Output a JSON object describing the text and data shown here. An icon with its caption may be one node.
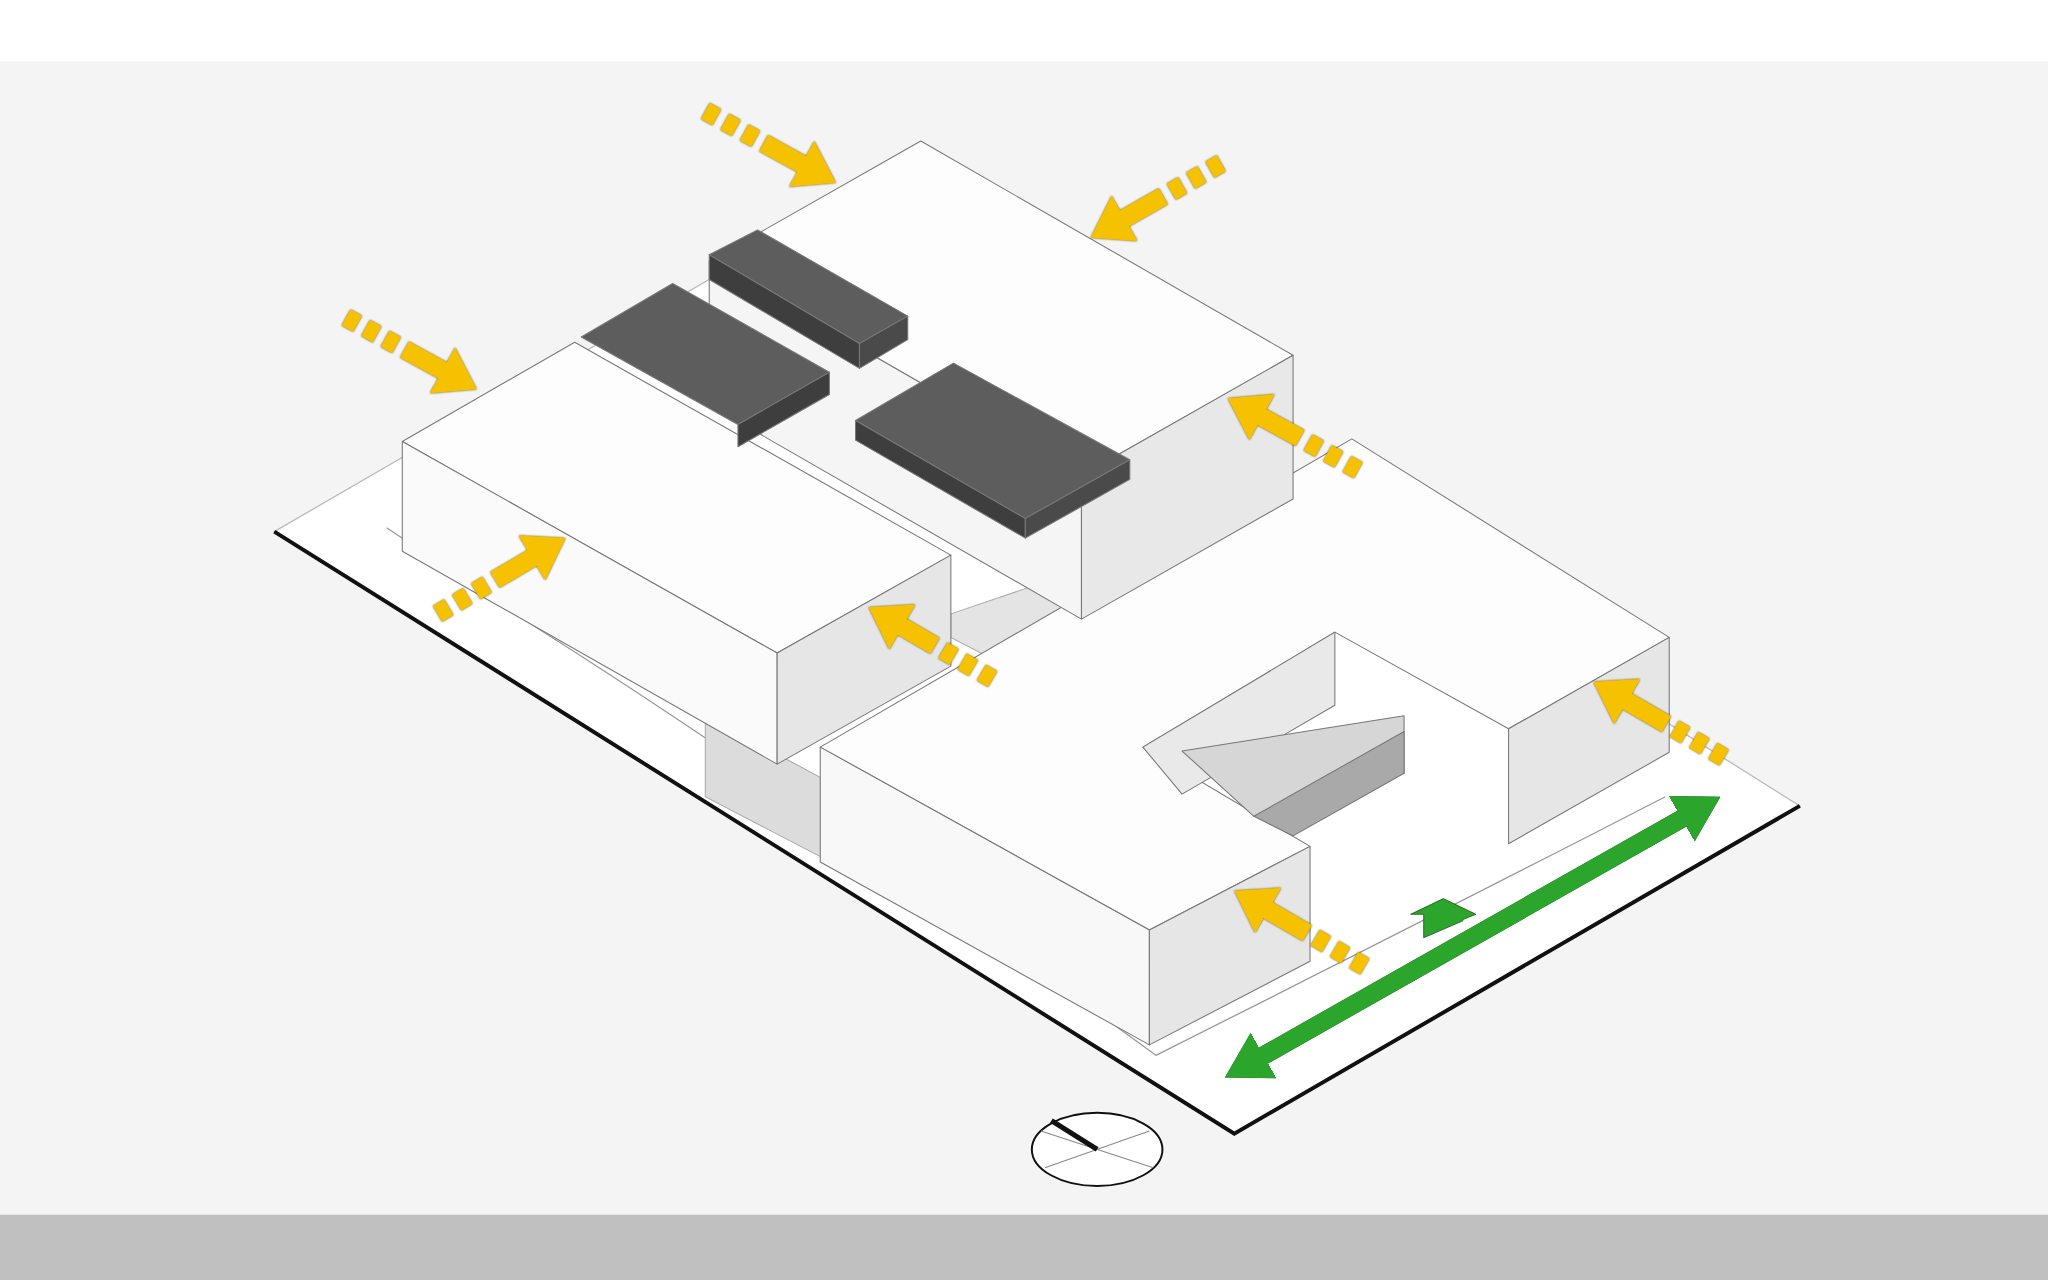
{
  "diagram": {
    "nodes": [
      {
        "text": [],
        "shape": "box"
      },
      {
        "text": [],
        "shape": "box"
      },
      {
        "text": [],
        "shape": "box"
      }
    ],
    "edges": [
      {
        "from": null,
        "to": 0,
        "arrow": "to"
      },
      {
        "from": null,
        "to": 0,
        "arrow": "to"
      },
      {
        "from": null,
        "to": 1,
        "arrow": "to"
      },
      {
        "from": null,
        "to": 1,
        "arrow": "to"
      },
      {
        "from": 2,
        "to": 1,
        "arrow": "to"
      },
      {
        "from": 2,
        "to": 0,
        "arrow": "to"
      },
      {
        "from": null,
        "to": 2,
        "arrow": "to"
      },
      {
        "from": null,
        "to": 2,
        "arrow": "to"
      }
    ]
  }
}
